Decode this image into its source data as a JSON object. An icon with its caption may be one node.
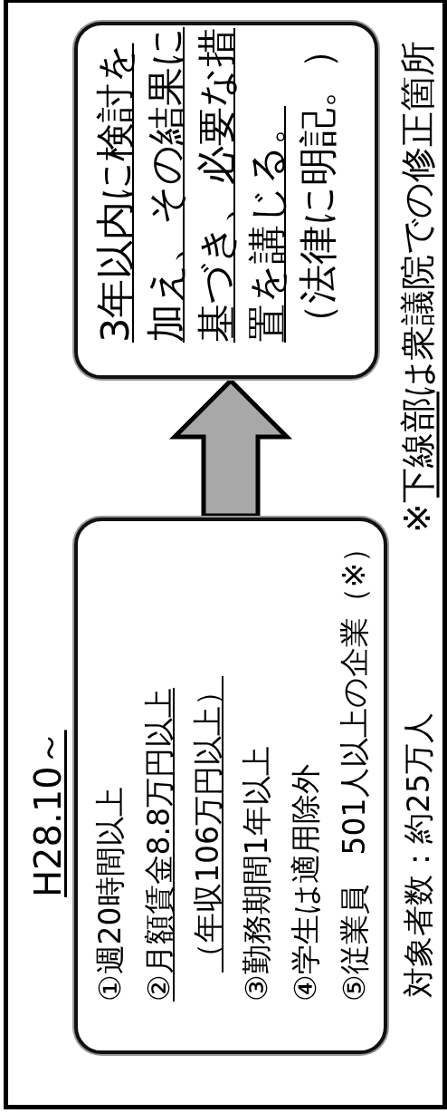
{
  "diagram": {
    "title": "H28.10～",
    "nodes": [
      {
        "text": [
          "①週20時間以上",
          "②月額賃金8.8万円以上",
          "（年収106万円以上）",
          "③勤務期間1年以上",
          "④学生は適用除外",
          "⑤従業員　501人以上の企業（※）"
        ],
        "beside": [
          "対象者数：約25万人"
        ]
      },
      {
        "text": [
          "3年以内に検討を加え、その結果に基づき、必要な措置を講じる。",
          "（法律に明記。）"
        ]
      }
    ],
    "edges": [
      {
        "from": 0,
        "to": 1,
        "arrow": "to"
      }
    ],
    "labels": [
      "※下線部は衆議院での修正箇所"
    ]
  }
}
